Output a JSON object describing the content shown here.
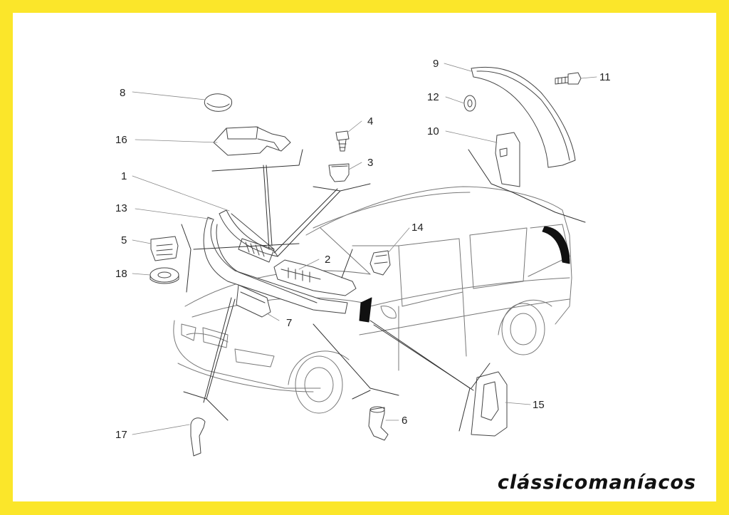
{
  "colors": {
    "frame": "#fbe62a",
    "ink": "#222222",
    "line": "#444444"
  },
  "callouts": [
    {
      "id": "1",
      "text": "1"
    },
    {
      "id": "2",
      "text": "2"
    },
    {
      "id": "3",
      "text": "3"
    },
    {
      "id": "4",
      "text": "4"
    },
    {
      "id": "5",
      "text": "5"
    },
    {
      "id": "6",
      "text": "6"
    },
    {
      "id": "7",
      "text": "7"
    },
    {
      "id": "8",
      "text": "8"
    },
    {
      "id": "9",
      "text": "9"
    },
    {
      "id": "10",
      "text": "10"
    },
    {
      "id": "11",
      "text": "11"
    },
    {
      "id": "12",
      "text": "12"
    },
    {
      "id": "13",
      "text": "13"
    },
    {
      "id": "14",
      "text": "14"
    },
    {
      "id": "15",
      "text": "15"
    },
    {
      "id": "16",
      "text": "16"
    },
    {
      "id": "17",
      "text": "17"
    },
    {
      "id": "18",
      "text": "18"
    }
  ],
  "watermark": "clássicomaníacos"
}
